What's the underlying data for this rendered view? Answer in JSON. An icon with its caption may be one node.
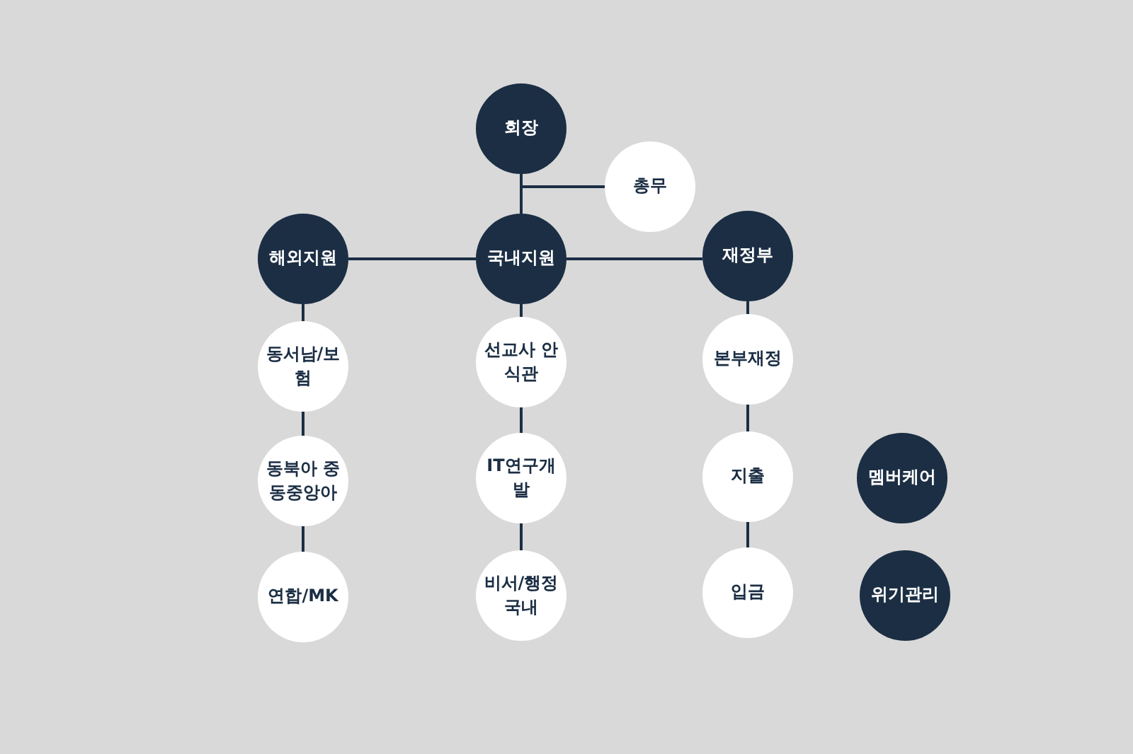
{
  "diagram": {
    "nodes": [
      {
        "text": [
          "회장"
        ]
      },
      {
        "text": [
          "총무"
        ]
      },
      {
        "text": [
          "해외지원"
        ]
      },
      {
        "text": [
          "국내지원"
        ]
      },
      {
        "text": [
          "재정부"
        ]
      },
      {
        "text": [
          "동서남/보험"
        ]
      },
      {
        "text": [
          "선교사 안식관"
        ]
      },
      {
        "text": [
          "본부재정"
        ]
      },
      {
        "text": [
          "동북아 중동중앙아"
        ]
      },
      {
        "text": [
          "IT연구개발"
        ]
      },
      {
        "text": [
          "지출"
        ]
      },
      {
        "text": [
          "멤버케어"
        ]
      },
      {
        "text": [
          "연합/MK"
        ]
      },
      {
        "text": [
          "비서/행정 국내"
        ]
      },
      {
        "text": [
          "입금"
        ]
      },
      {
        "text": [
          "위기관리"
        ]
      }
    ],
    "edges": [
      {
        "from": 0,
        "to": 3,
        "arrow": "none"
      },
      {
        "from": 0,
        "to": 1,
        "arrow": "none"
      },
      {
        "from": 3,
        "to": 2,
        "arrow": "none"
      },
      {
        "from": 3,
        "to": 4,
        "arrow": "none"
      },
      {
        "from": 2,
        "to": 5,
        "arrow": "none"
      },
      {
        "from": 5,
        "to": 8,
        "arrow": "none"
      },
      {
        "from": 8,
        "to": 12,
        "arrow": "none"
      },
      {
        "from": 3,
        "to": 6,
        "arrow": "none"
      },
      {
        "from": 6,
        "to": 9,
        "arrow": "none"
      },
      {
        "from": 9,
        "to": 13,
        "arrow": "none"
      },
      {
        "from": 4,
        "to": 7,
        "arrow": "none"
      },
      {
        "from": 7,
        "to": 10,
        "arrow": "none"
      },
      {
        "from": 10,
        "to": 14,
        "arrow": "none"
      }
    ]
  }
}
